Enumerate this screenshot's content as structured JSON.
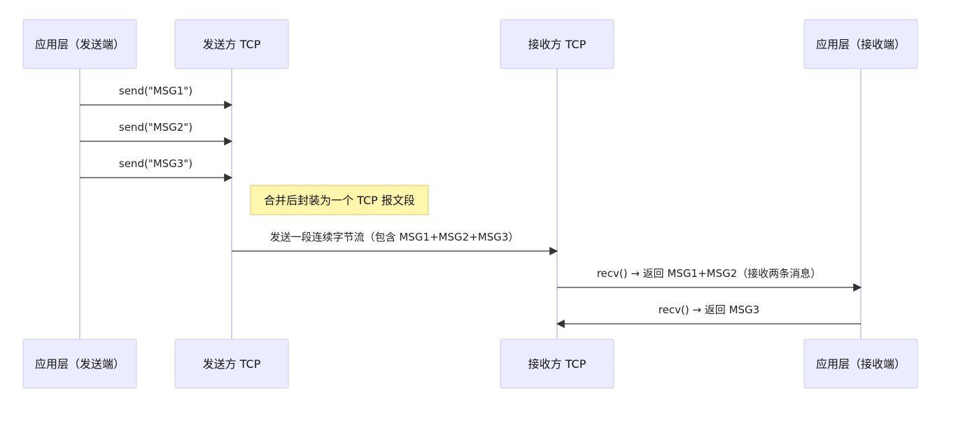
{
  "participants": [
    {
      "id": "app_send",
      "label": "应用层（发送端）"
    },
    {
      "id": "tcp_send",
      "label": "发送方 TCP"
    },
    {
      "id": "tcp_recv",
      "label": "接收方 TCP"
    },
    {
      "id": "app_recv",
      "label": "应用层（接收端）"
    }
  ],
  "messages": [
    {
      "from": "app_send",
      "to": "tcp_send",
      "label": "send(\"MSG1\")"
    },
    {
      "from": "app_send",
      "to": "tcp_send",
      "label": "send(\"MSG2\")"
    },
    {
      "from": "app_send",
      "to": "tcp_send",
      "label": "send(\"MSG3\")"
    },
    {
      "from": "tcp_send",
      "to": "tcp_recv",
      "label": "发送一段连续字节流（包含 MSG1+MSG2+MSG3）"
    },
    {
      "from": "tcp_recv",
      "to": "app_recv",
      "label": "recv() → 返回 MSG1+MSG2（接收两条消息）"
    },
    {
      "from": "app_recv",
      "to": "tcp_recv",
      "label": "recv() → 返回 MSG3"
    }
  ],
  "note": {
    "over": "tcp_send",
    "label": "合并后封装为一个 TCP 报文段"
  },
  "colors": {
    "actor_fill": "#ececff",
    "actor_stroke": "#c9c9ef",
    "lifeline": "#d0d0f0",
    "arrow": "#333333",
    "note_fill": "#fff5ad",
    "note_stroke": "#cfc77a"
  }
}
